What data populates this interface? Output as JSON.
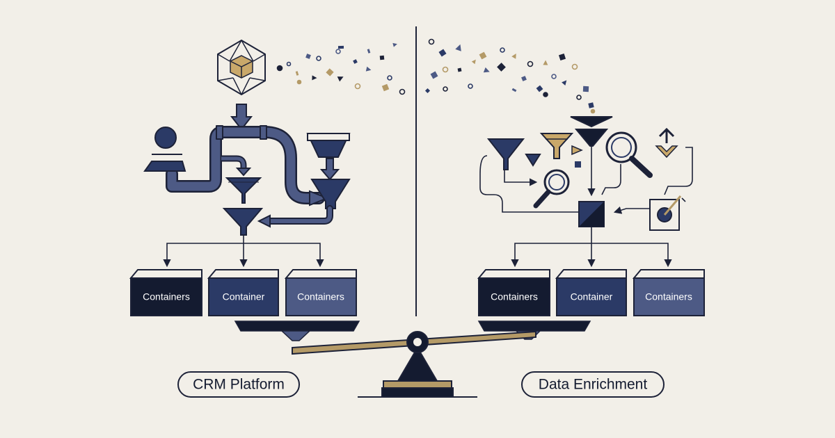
{
  "colors": {
    "background": "#f2efe8",
    "navy_dark": "#141b30",
    "navy": "#2b3a66",
    "slate": "#4d5a85",
    "gold": "#b49a67",
    "line": "#1d2238"
  },
  "left": {
    "label": "CRM Platform",
    "boxes": [
      {
        "label": "Containers",
        "color": "#141b30"
      },
      {
        "label": "Container",
        "color": "#2b3a66"
      },
      {
        "label": "Containers",
        "color": "#4d5a85"
      }
    ]
  },
  "right": {
    "label": "Data Enrichment",
    "boxes": [
      {
        "label": "Containers",
        "color": "#141b30"
      },
      {
        "label": "Container",
        "color": "#2b3a66"
      },
      {
        "label": "Containers",
        "color": "#4d5a85"
      }
    ]
  },
  "icons": [
    "cube-in-hexagon-icon",
    "person-icon",
    "pipe-icon",
    "funnel-icon",
    "magnifier-icon",
    "diagonal-square-icon",
    "gauge-icon",
    "up-down-arrow-icon",
    "seesaw-scale-icon",
    "confetti-shapes-icon"
  ]
}
